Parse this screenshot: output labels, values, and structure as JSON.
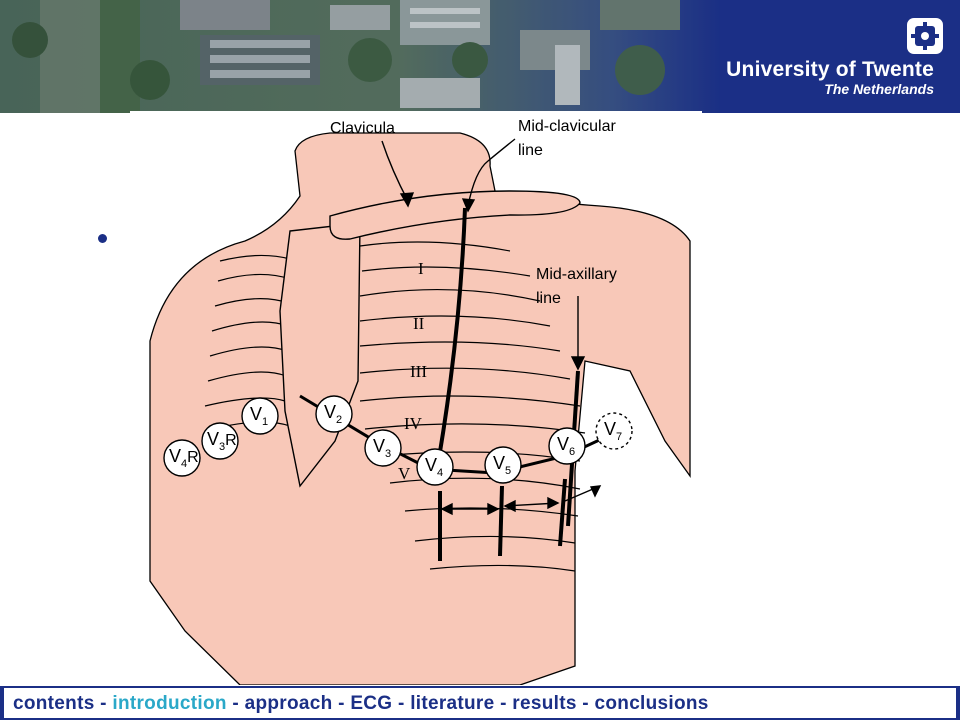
{
  "header": {
    "university_name": "University of Twente",
    "country": "The Netherlands",
    "background_color": "#1b2f86",
    "logo_icon": "university-logo-icon"
  },
  "diagram": {
    "labels": {
      "clavicula": "Clavicula",
      "mid_clavicular_1": "Mid-clavicular",
      "mid_clavicular_2": "line",
      "mid_axillary_1": "Mid-axillary",
      "mid_axillary_2": "line"
    },
    "intercostal_spaces": [
      "I",
      "II",
      "III",
      "IV",
      "V"
    ],
    "electrodes": [
      {
        "letter": "V",
        "sub": "4",
        "suffix": "R"
      },
      {
        "letter": "V",
        "sub": "3",
        "suffix": "R"
      },
      {
        "letter": "V",
        "sub": "1",
        "suffix": ""
      },
      {
        "letter": "V",
        "sub": "2",
        "suffix": ""
      },
      {
        "letter": "V",
        "sub": "3",
        "suffix": ""
      },
      {
        "letter": "V",
        "sub": "4",
        "suffix": ""
      },
      {
        "letter": "V",
        "sub": "5",
        "suffix": ""
      },
      {
        "letter": "V",
        "sub": "6",
        "suffix": ""
      },
      {
        "letter": "V",
        "sub": "7",
        "suffix": ""
      }
    ],
    "skin_color": "#f8c8b8"
  },
  "nav": {
    "items": [
      "contents",
      "introduction",
      "approach",
      "ECG",
      "literature",
      "results",
      "conclusions"
    ],
    "separator": "-",
    "active": "introduction",
    "active_color": "#2aa8c8"
  }
}
